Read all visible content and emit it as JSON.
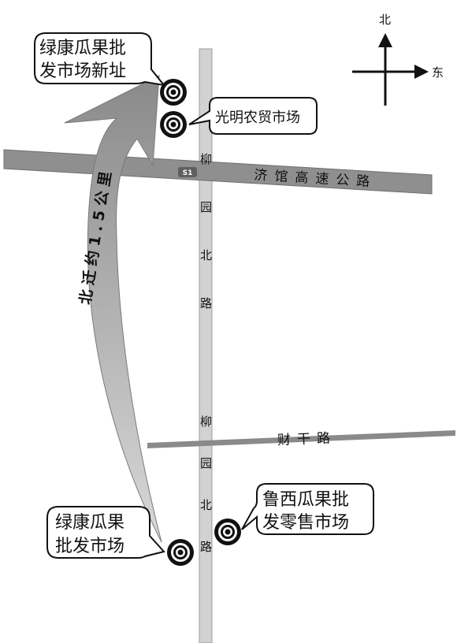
{
  "compass": {
    "north": "北",
    "east": "东"
  },
  "roads": {
    "expressway": {
      "name": "济馆高速公路",
      "shield": "S1",
      "color": "#8f8f8f"
    },
    "caigan": {
      "name": "财干路",
      "color": "#8a8a8a"
    },
    "liuyuan_north": {
      "name": "柳园北路",
      "name_lower": "柳园北路",
      "color": "#d2d2d2"
    }
  },
  "markets": {
    "lvkang_new": {
      "label_line1": "绿康瓜果批",
      "label_line2": "发市场新址"
    },
    "guangming": {
      "label": "光明农贸市场"
    },
    "lvkang_old": {
      "label_line1": "绿康瓜果",
      "label_line2": "批发市场"
    },
    "luxi": {
      "label_line1": "鲁西瓜果批",
      "label_line2": "发零售市场"
    }
  },
  "relocation_arrow": {
    "label": "北迁约1.5公里",
    "color": "#9a9a9a"
  }
}
